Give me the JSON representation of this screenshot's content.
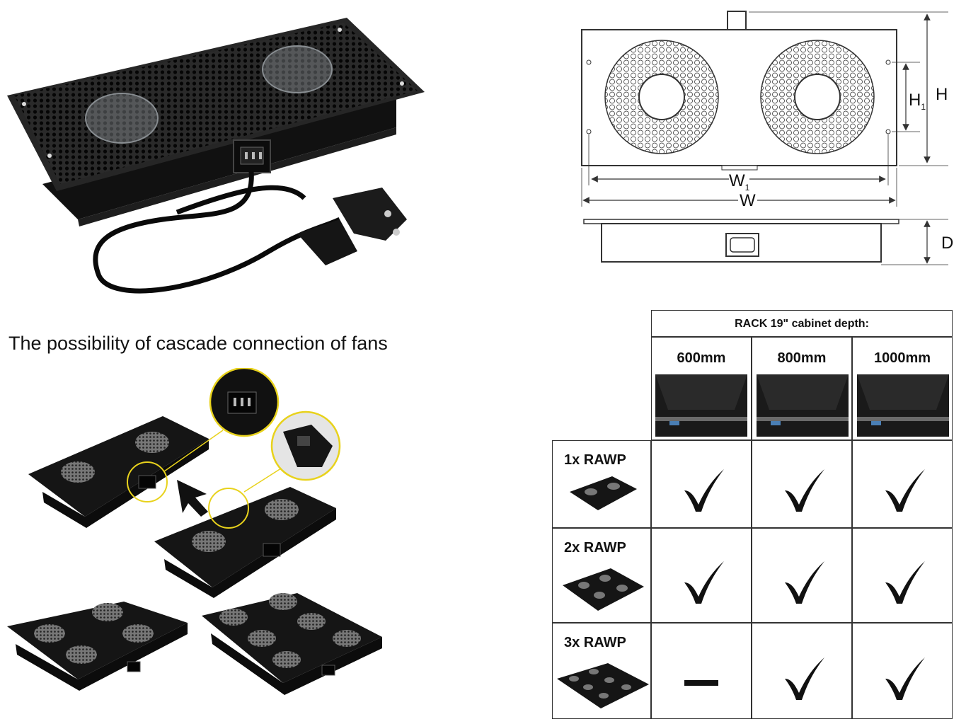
{
  "caption": "The possibility of cascade connection of fans",
  "dimensions": {
    "height": "H",
    "height_inner": "H",
    "height_inner_sub": "1",
    "width": "W",
    "width_inner": "W",
    "width_inner_sub": "1",
    "depth": "D"
  },
  "table": {
    "header": "RACK 19\" cabinet depth:",
    "columns": [
      "600mm",
      "800mm",
      "1000mm"
    ],
    "rows": [
      {
        "label": "1x RAWP",
        "cells": [
          "check",
          "check",
          "check"
        ]
      },
      {
        "label": "2x RAWP",
        "cells": [
          "check",
          "check",
          "check"
        ]
      },
      {
        "label": "3x RAWP",
        "cells": [
          "dash",
          "check",
          "check"
        ]
      }
    ]
  },
  "icons": {
    "check": "checkmark-icon",
    "dash": "dash-icon",
    "pointer": "arrow-pointer-icon"
  },
  "colors": {
    "device": "#1a1a1a",
    "highlight": "#e8d21c",
    "line": "#333333"
  }
}
